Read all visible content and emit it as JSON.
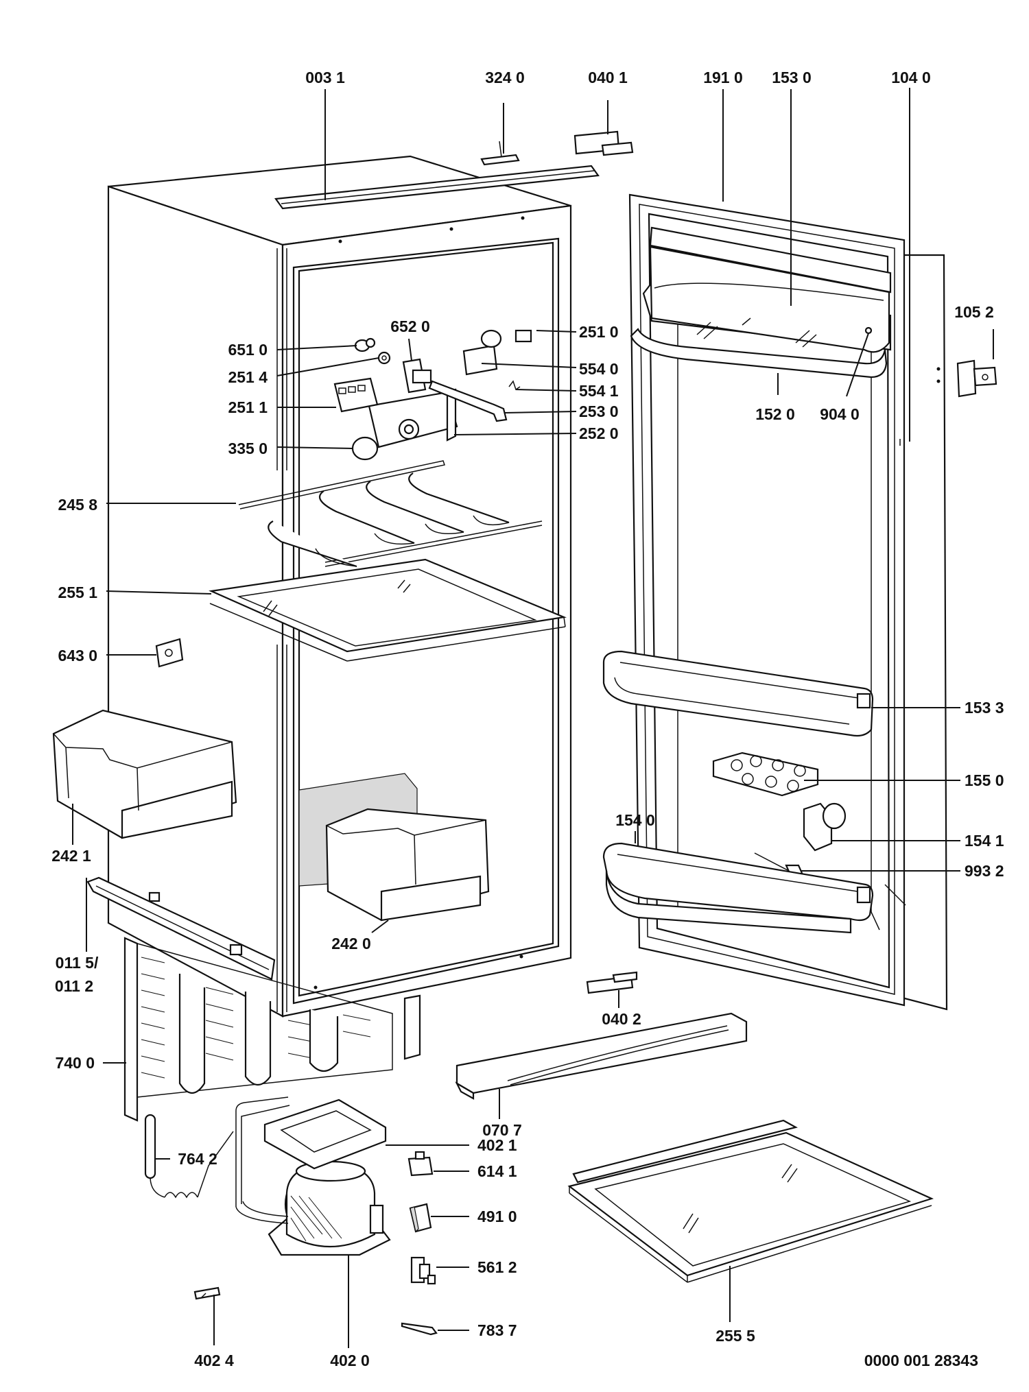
{
  "labels": {
    "l0031": "003 1",
    "l3240": "324 0",
    "l0401": "040 1",
    "l1910": "191 0",
    "l1530": "153 0",
    "l1040": "104 0",
    "l1052": "105 2",
    "l6520": "652 0",
    "l6510": "651 0",
    "l2514": "251 4",
    "l2511": "251 1",
    "l3350": "335 0",
    "l2510": "251 0",
    "l5540": "554 0",
    "l5541": "554 1",
    "l2530": "253 0",
    "l2520": "252 0",
    "l1520": "152 0",
    "l9040": "904 0",
    "l2458": "245 8",
    "l2551": "255 1",
    "l6430": "643 0",
    "l1533": "153 3",
    "l1550": "155 0",
    "l1540": "154 0",
    "l1541": "154 1",
    "l9932": "993 2",
    "l2421": "242 1",
    "l2420": "242 0",
    "l0115": "011 5/",
    "l0112": "011 2",
    "l0402": "040 2",
    "l7400": "740 0",
    "l0707": "070 7",
    "l4021": "402 1",
    "l6141": "614 1",
    "l7642": "764 2",
    "l4910": "491 0",
    "l5612": "561 2",
    "l7837": "783 7",
    "l4024": "402 4",
    "l4020": "402 0",
    "l2555": "255 5",
    "docnum": "0000 001 28343"
  }
}
